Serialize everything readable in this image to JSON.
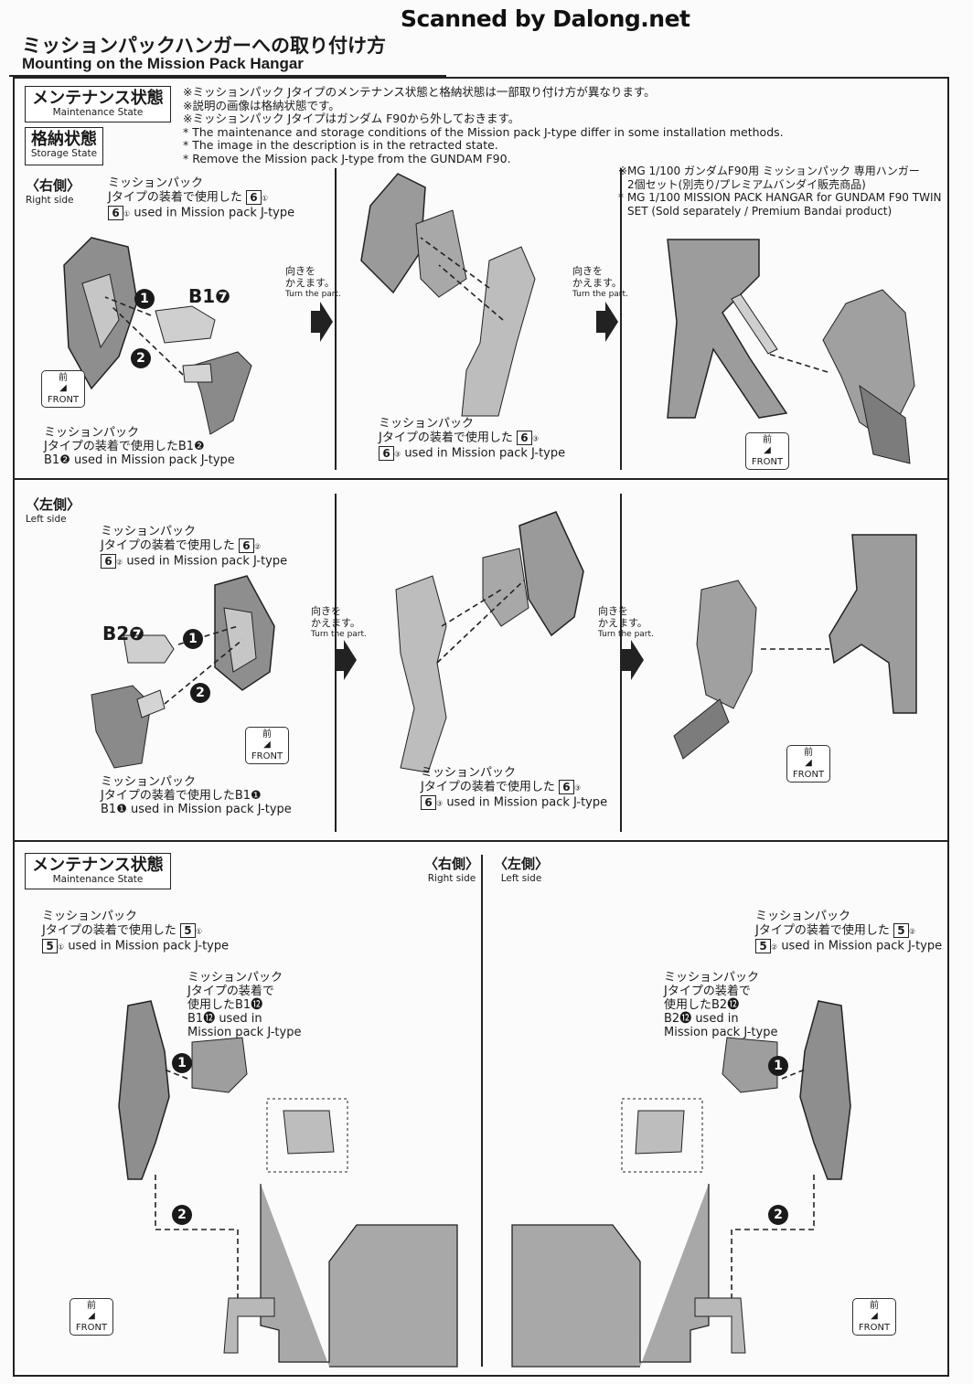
{
  "watermark": "Scanned by Dalong.net",
  "header": {
    "title_ja": "ミッションパックハンガーへの取り付け方",
    "title_en": "Mounting on the Mission Pack Hangar"
  },
  "states": {
    "maintenance_ja": "メンテナンス状態",
    "maintenance_en": "Maintenance State",
    "storage_ja": "格納状態",
    "storage_en": "Storage State"
  },
  "notes": [
    "※ミッションパック Jタイプのメンテナンス状態と格納状態は一部取り付け方が異なります。",
    "※説明の画像は格納状態です。",
    "※ミッションパック Jタイプはガンダム F90から外しておきます。",
    "* The maintenance and storage conditions of the Mission pack J-type differ in some installation methods.",
    "* The image in the description is in the retracted state.",
    "* Remove the Mission pack J-type from the GUNDAM F90."
  ],
  "hangar_note": {
    "ja_1": "※MG 1/100 ガンダムF90用 ミッションパック 専用ハンガー",
    "ja_2": "2個セット(別売り/プレミアムバンダイ販売商品)",
    "en_1": "* MG 1/100 MISSION PACK HANGAR for GUNDAM F90 TWIN",
    "en_2": "SET (Sold separately / Premium Bandai product)"
  },
  "right": {
    "ja": "〈右側〉",
    "en": "Right side"
  },
  "left": {
    "ja": "〈左側〉",
    "en": "Left side"
  },
  "turn": {
    "ja_1": "向きを",
    "ja_2": "かえます。",
    "en": "Turn the part."
  },
  "front": {
    "ja": "前",
    "en": "FRONT"
  },
  "mp": {
    "line1": "ミッションパック",
    "line2_used": "Jタイプの装着で使用した",
    "used_en": "used in Mission pack J-type",
    "line2_used_short": "Jタイプの装着で",
    "line3_used": "使用した"
  },
  "parts": {
    "p6": "6",
    "p5": "5",
    "b1_7": "B1❼",
    "b2_7": "B2❼",
    "b1_2": "B1❷",
    "b1_1": "B1❶",
    "b1_12": "B1⓬",
    "b2_12": "B2⓬",
    "sub1": "①",
    "sub2": "②",
    "sub3": "③",
    "b1_2_en": "B1❷ used in Mission pack J-type",
    "b1_1_en": "B1❶ used in Mission pack J-type",
    "b1_12_en": "B1⓬ used in",
    "b2_12_en": "B2⓬ used in",
    "mp_en": "Mission pack J-type"
  },
  "steps": {
    "s1": "1",
    "s2": "2"
  }
}
